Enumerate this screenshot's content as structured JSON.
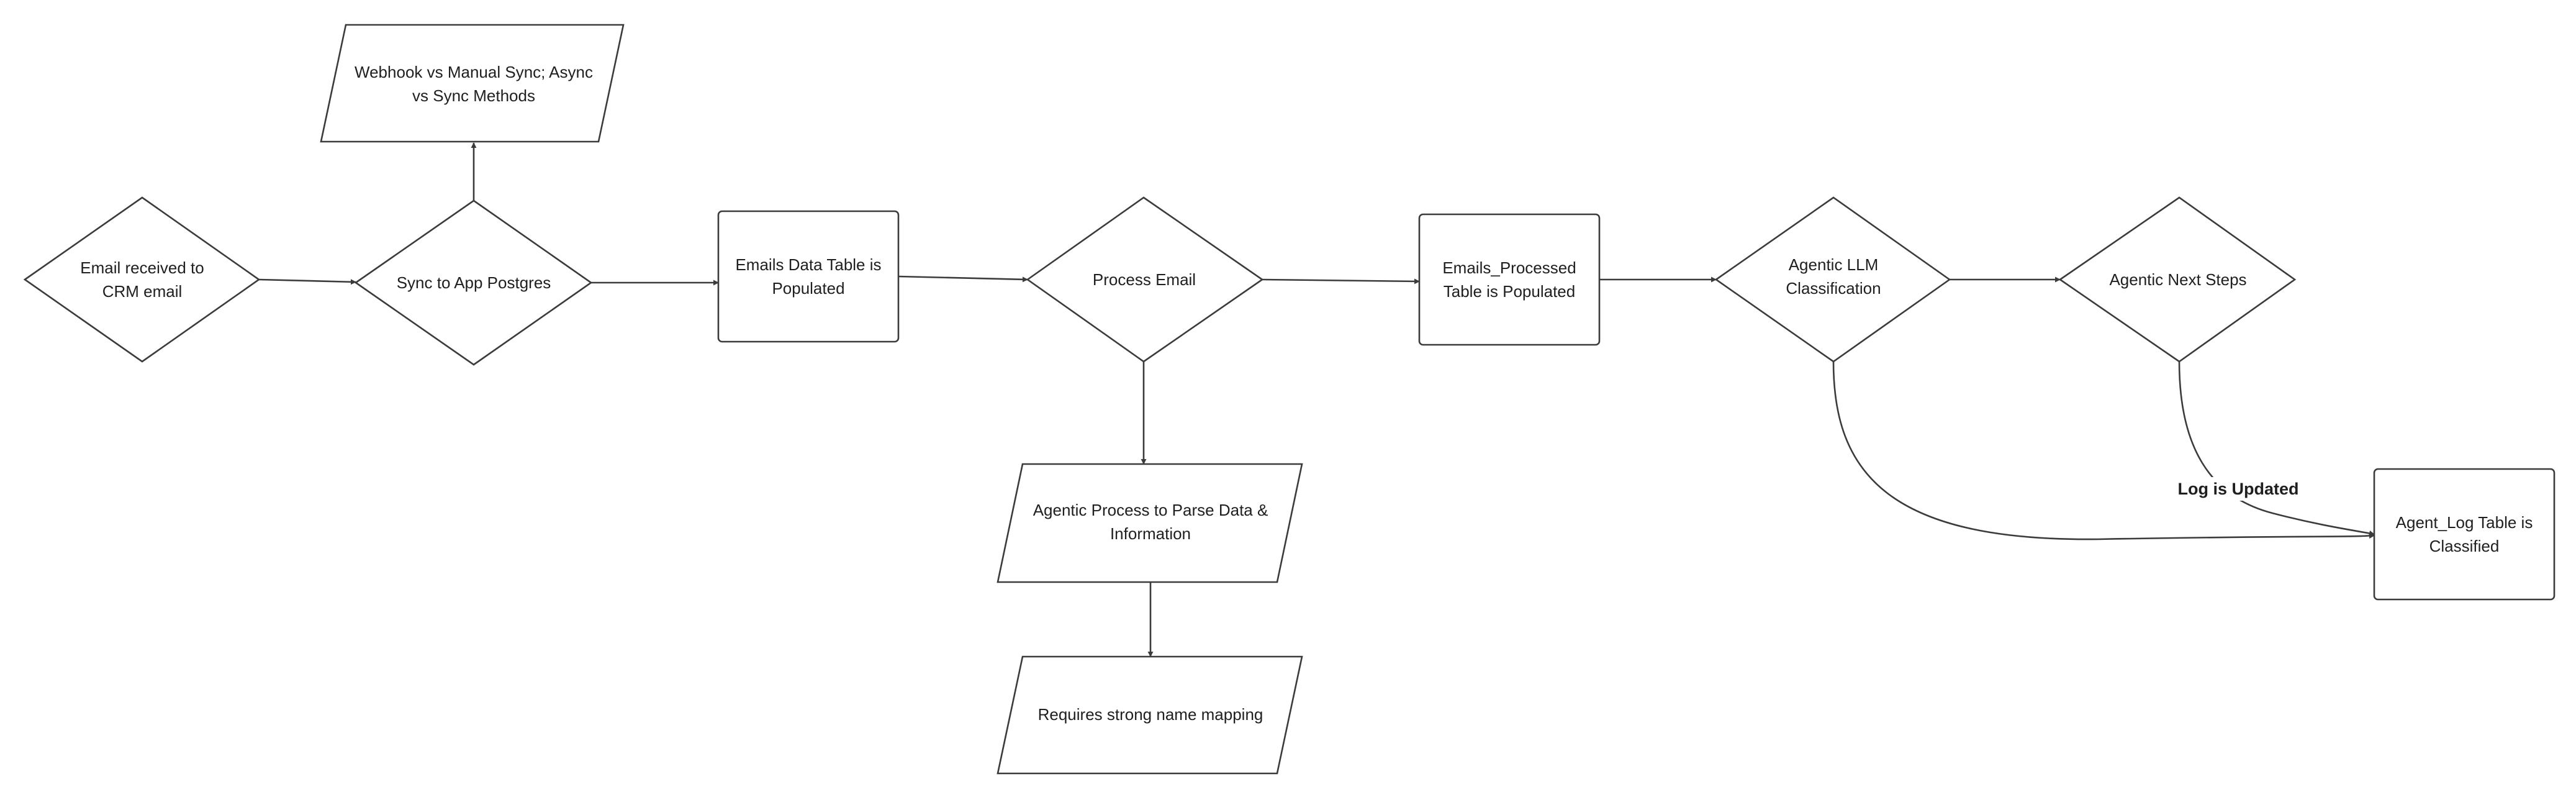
{
  "nodes": {
    "email_received": "Email received to\nCRM email",
    "sync_postgres": "Sync to App Postgres",
    "webhook_sync": "Webhook vs Manual Sync; Async\nvs Sync Methods",
    "emails_table": "Emails Data Table is\nPopulated",
    "process_email": "Process Email",
    "parse_data": "Agentic Process to Parse Data &\nInformation",
    "name_mapping": "Requires strong name mapping",
    "emails_processed": "Emails_Processed\nTable is Populated",
    "llm_classification": "Agentic LLM\nClassification",
    "next_steps": "Agentic Next Steps",
    "agent_log": "Agent_Log Table is\nClassified"
  },
  "edges": {
    "log_updated": "Log is Updated"
  }
}
